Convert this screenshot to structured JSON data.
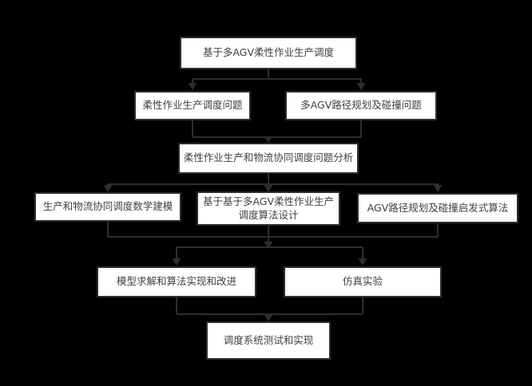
{
  "diagram": {
    "type": "flowchart",
    "background_color": "#000000",
    "box_fill_color": "#ffffff",
    "box_border_color": "#2e2e2e",
    "line_color": "#2e2e2e",
    "text_color": "#3f3f3f",
    "edges": [
      "root -> problem_scheduling",
      "root -> problem_agv",
      "problem_scheduling -> analysis",
      "problem_agv -> analysis",
      "analysis -> modeling",
      "analysis -> algorithm_design",
      "analysis -> heuristic",
      "modeling -> model_solving",
      "algorithm_design -> model_solving",
      "algorithm_design -> simulation",
      "heuristic -> simulation",
      "model_solving -> testing",
      "simulation -> testing"
    ]
  },
  "nodes": {
    "root": {
      "label": "基于多AGV柔性作业生产调度"
    },
    "problem_scheduling": {
      "label": "柔性作业生产调度问题"
    },
    "problem_agv": {
      "label": "多AGV路径规划及碰撞问题"
    },
    "analysis": {
      "label": "柔性作业生产和物流协同调度问题分析"
    },
    "modeling": {
      "label": "生产和物流协同调度数学建模"
    },
    "algorithm_design": {
      "label": "基于基于多AGV柔性作业生产调度算法设计",
      "lines": [
        "基于基于多AGV柔性作业生产",
        "调度算法设计"
      ]
    },
    "heuristic": {
      "label": "AGV路径规划及碰撞启发式算法"
    },
    "model_solving": {
      "label": "模型求解和算法实现和改进"
    },
    "simulation": {
      "label": "仿真实验"
    },
    "testing": {
      "label": "调度系统测试和实现"
    }
  }
}
